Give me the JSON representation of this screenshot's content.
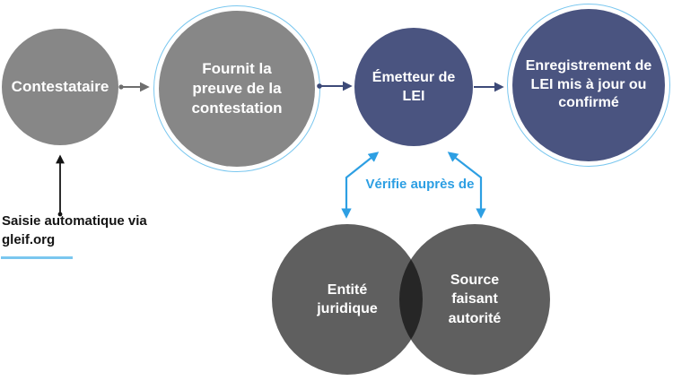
{
  "colors": {
    "circle_gray": "#878787",
    "circle_navy": "#4a5480",
    "circle_dark": "#5f5f5f",
    "overlap_dark": "#262626",
    "ring_blue": "#7ac7ef",
    "accent_blue": "#2d9fe3",
    "connector_gray": "#6e6e6e",
    "connector_navy": "#3d4a78",
    "ink_black": "#141414"
  },
  "flow": {
    "step1": "Contestataire",
    "step2": "Fournit la preuve de la contestation",
    "step3": "Émetteur de LEI",
    "step4": "Enregistrement de LEI mis à jour ou confirmé"
  },
  "verification": {
    "label": "Vérifie auprès de",
    "source1": "Entité juridique",
    "source2": "Source faisant autorité"
  },
  "annotation": {
    "line1": "Saisie automatique via",
    "line2": "gleif.org"
  }
}
